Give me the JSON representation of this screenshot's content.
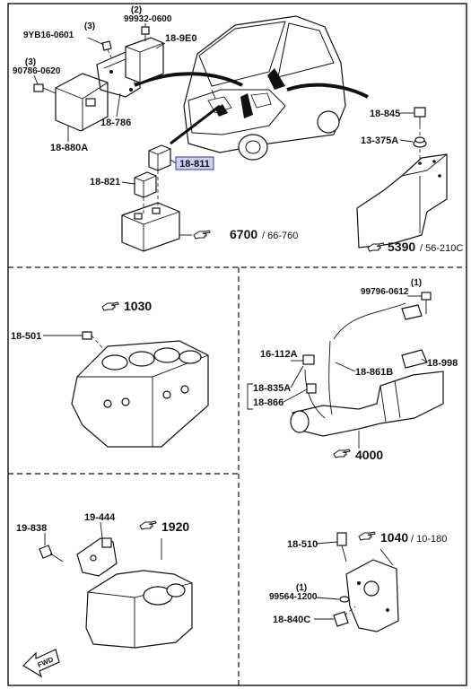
{
  "labels": {
    "s1_qty2": "(2)",
    "s1_99932": "99932-0600",
    "s1_qty3a": "(3)",
    "s1_9yb16": "9YB16-0601",
    "s1_189e0": "18-9E0",
    "s1_qty3b": "(3)",
    "s1_90786": "90786-0620",
    "s1_18786": "18-786",
    "s1_18880a": "18-880A",
    "s1_18811": "18-811",
    "s1_18821": "18-821",
    "s1_ref6700": "6700",
    "s1_ref6700b": "/ 66-760",
    "s1_18845": "18-845",
    "s1_13375a": "13-375A",
    "s1_ref5390": "5390",
    "s1_ref5390b": "/ 56-210C",
    "s2_ref1030": "1030",
    "s2_18501": "18-501",
    "s3_qty1": "(1)",
    "s3_99796": "99796-0612",
    "s3_18998": "18-998",
    "s3_16112a": "16-112A",
    "s3_18861b": "18-861B",
    "s3_18835a": "18-835A",
    "s3_18866": "18-866",
    "s3_ref4000": "4000",
    "s4_19838": "19-838",
    "s4_19444": "19-444",
    "s4_ref1920": "1920",
    "s4_fwd": "FWD",
    "s5_ref1040": "1040",
    "s5_ref1040b": "/ 10-180",
    "s5_18510": "18-510",
    "s5_qty1": "(1)",
    "s5_99564": "99564-1200",
    "s5_18840c": "18-840C"
  },
  "colors": {
    "highlight_fill": "#c9d0f2",
    "highlight_stroke": "#2d3b99",
    "ink": "#111111"
  },
  "icons": {
    "reference": "hand-pointer-icon",
    "forward": "fwd-arrow-icon"
  }
}
